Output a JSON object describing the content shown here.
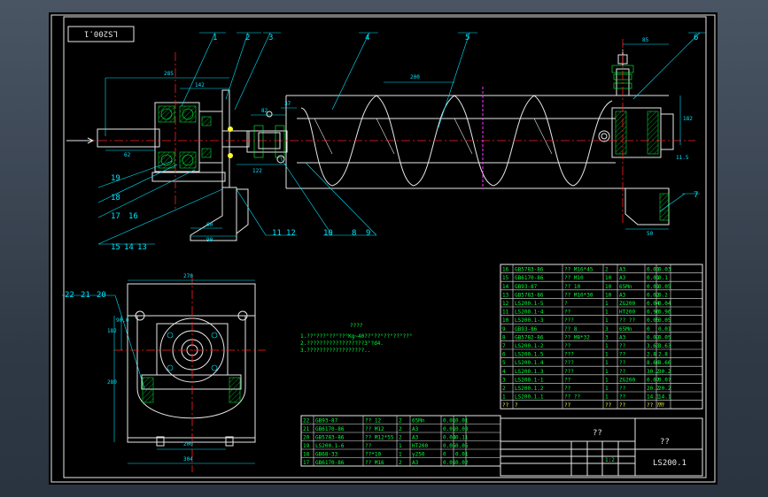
{
  "drawing": {
    "number": "LS200.1",
    "title_block_name": "??",
    "title_block_label": "??",
    "scale": "1:2"
  },
  "part_labels": [
    "1",
    "2",
    "3",
    "4",
    "5",
    "6",
    "7",
    "19",
    "18",
    "17",
    "16",
    "15",
    "14",
    "13",
    "11",
    "12",
    "10",
    "8",
    "9",
    "22",
    "21",
    "20"
  ],
  "dimensions": {
    "top": [
      "285",
      "142",
      "82",
      "37",
      "122",
      "200",
      "85",
      "182",
      "11.5",
      "60",
      "90",
      "62",
      "50"
    ],
    "bottom": [
      "270",
      "200",
      "304",
      "280",
      "182",
      "90.0"
    ]
  },
  "notes": {
    "heading": "????",
    "lines": [
      "1.??°???°??°??°Kg~40??°??°??°??°??°",
      "2.??????????????????3°?d4.",
      "3.??????????????????.."
    ]
  },
  "bom_right": [
    [
      "16",
      "GB5783-86",
      "?? M16*45",
      "2",
      "A3",
      "0.01",
      "0.03"
    ],
    [
      "15",
      "GB6170-86",
      "?? M10",
      "10",
      "A3",
      "0.01",
      "0.1"
    ],
    [
      "14",
      "GB93-87",
      "?? 10",
      "10",
      "65Mn",
      "0.01",
      "0.05"
    ],
    [
      "13",
      "GB5783-86",
      "?? M10*30",
      "10",
      "A3",
      "0.02",
      "0.2"
    ],
    [
      "12",
      "LS200.1-5",
      "?",
      "1",
      "ZG200",
      "0.04",
      "0.04"
    ],
    [
      "11",
      "LS200.1-4",
      "??",
      "1",
      "HT200",
      "0.96",
      "0.96"
    ],
    [
      "10",
      "LS200.1-3",
      "???",
      "1",
      "?? ??",
      "0.05",
      "0.05"
    ],
    [
      "9",
      "GB93-86",
      "?? 8",
      "3",
      "65Mn",
      "0",
      "0.01"
    ],
    [
      "8",
      "GB5782-86",
      "?? M8*32",
      "3",
      "A3",
      "0.02",
      "0.05"
    ],
    [
      "7",
      "LS200.1-2",
      "??",
      "1",
      "??",
      "3.63",
      "3.63"
    ],
    [
      "6",
      "LS200.1.5",
      "???",
      "1",
      "??",
      "2.8",
      "2.8"
    ],
    [
      "5",
      "LS200.1.4",
      "???",
      "1",
      "??",
      "8.66",
      "8.66"
    ],
    [
      "4",
      "LS200.1.3",
      "???",
      "1",
      "??",
      "30.2",
      "30.2"
    ],
    [
      "3",
      "LS200.1-1",
      "??",
      "1",
      "ZG200",
      "0.07",
      "0.07"
    ],
    [
      "2",
      "LS200.1.2",
      "??",
      "1",
      "??",
      "20.2",
      "20.2"
    ],
    [
      "1",
      "LS200.1.1",
      "?? ??",
      "1",
      "??",
      "14.1",
      "14.1"
    ]
  ],
  "bom_right_header": [
    "??",
    "?",
    "??",
    "??",
    "??",
    "?? ??",
    "??"
  ],
  "bom_left": [
    [
      "22",
      "GB93-87",
      "?? 12",
      "2",
      "65Mn",
      "0.01",
      "0.01"
    ],
    [
      "21",
      "GB6170-86",
      "?? M12",
      "2",
      "A3",
      "0.01",
      "0.03"
    ],
    [
      "20",
      "GB5783-86",
      "?? M12*55",
      "2",
      "A3",
      "0.04",
      "0.11"
    ],
    [
      "19",
      "LS200.1-6",
      "??",
      "1",
      "HT200",
      "0.05",
      "0.05"
    ],
    [
      "18",
      "GB68-33",
      "??*10",
      "1",
      "γ250",
      "0",
      "0.01"
    ],
    [
      "17",
      "GB6170-86",
      "?? M16",
      "2",
      "A3",
      "0.01",
      "0.02"
    ]
  ]
}
